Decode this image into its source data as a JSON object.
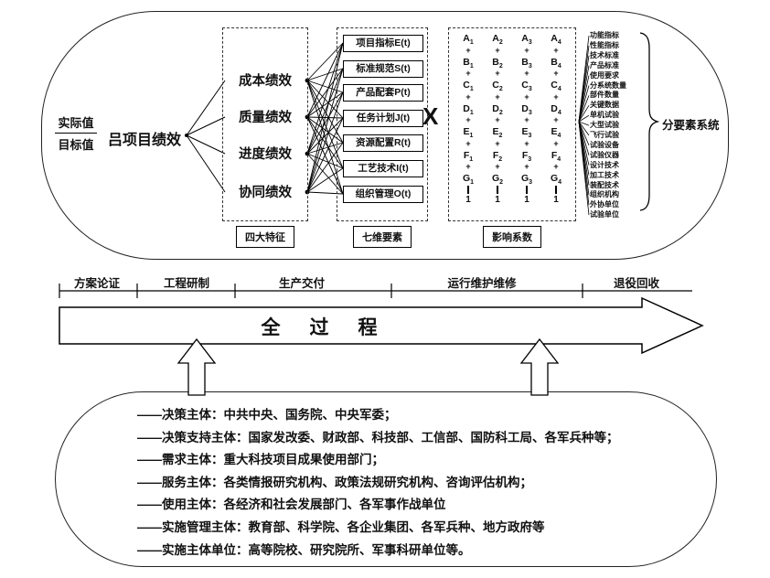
{
  "top": {
    "fraction": {
      "numerator": "实际值",
      "denominator": "目标值"
    },
    "project_label": "吕项目绩效",
    "four_characteristics": {
      "items": [
        "成本绩效",
        "质量绩效",
        "进度绩效",
        "协同绩效"
      ],
      "caption": "四大特征"
    },
    "seven_elements": {
      "items": [
        "项目指标E(t)",
        "标准规范S(t)",
        "产品配套P(t)",
        "任务计划J(t)",
        "资源配置R(t)",
        "工艺技术I(t)",
        "组织管理O(t)"
      ],
      "caption": "七维要素"
    },
    "operator": "X",
    "coefficient_matrix": {
      "row_letters": [
        "A",
        "B",
        "C",
        "D",
        "E",
        "F",
        "G"
      ],
      "column_indices": [
        "1",
        "2",
        "3",
        "4"
      ],
      "plus_symbol": "+",
      "sum_values": [
        "1",
        "1",
        "1",
        "1"
      ],
      "caption": "影响系数"
    },
    "sub_elements": {
      "items": [
        "功能指标",
        "性能指标",
        "技术标准",
        "产品标准",
        "使用要求",
        "分系统数量",
        "部件数量",
        "关键数据",
        "单机试验",
        "大型试验",
        "飞行试验",
        "试验设备",
        "试验仪器",
        "设计技术",
        "加工技术",
        "装配技术",
        "组织机构",
        "外协单位",
        "试验单位"
      ],
      "label": "分要素系统"
    }
  },
  "timeline": {
    "phases": [
      "方案论证",
      "工程研制",
      "生产交付",
      "运行维护维修",
      "退役回收"
    ],
    "separator_symbol": "+",
    "arrow_label": "全过程"
  },
  "bottom": {
    "lines": [
      "——决策主体：中共中央、国务院、中央军委；",
      "——决策支持主体：国家发改委、财政部、科技部、工信部、国防科工局、各军兵种等；",
      "——需求主体：重大科技项目成果使用部门；",
      "——服务主体：各类情报研究机构、政策法规研究机构、咨询评估机构；",
      "——使用主体：各经济和社会发展部门、各军事作战单位",
      "——实施管理主体：教育部、科学院、各企业集团、各军兵种、地方政府等",
      "——实施主体单位：高等院校、研究院所、军事科研单位等。"
    ]
  }
}
